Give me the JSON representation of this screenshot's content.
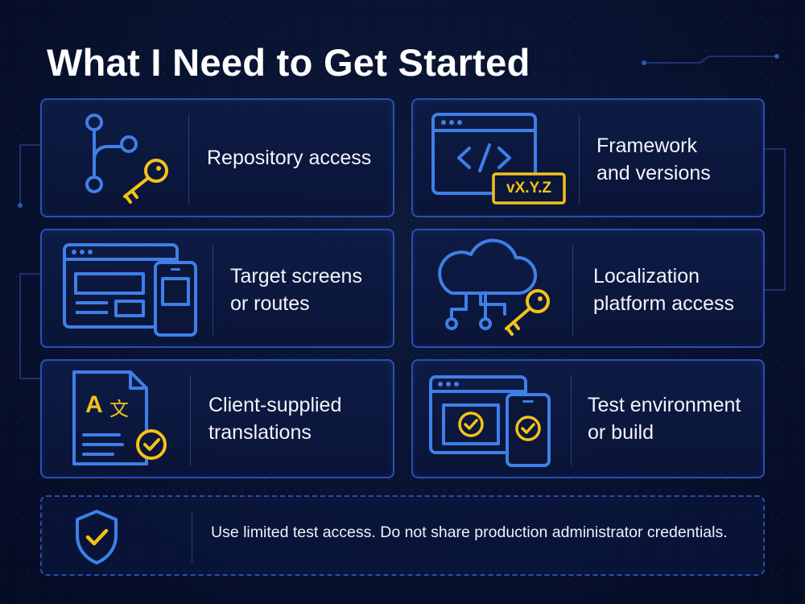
{
  "title": "What I Need to Get Started",
  "colors": {
    "accent_blue": "#3f7fe8",
    "accent_gold": "#f2c21b",
    "border": "#2a4fb0"
  },
  "cards": [
    {
      "label": "Repository access",
      "icon": "branch-key-icon"
    },
    {
      "label": "Framework\nand versions",
      "icon": "code-window-icon",
      "version_badge": "vX.Y.Z"
    },
    {
      "label": "Target screens\nor routes",
      "icon": "screens-icon"
    },
    {
      "label": "Localization\nplatform access",
      "icon": "cloud-key-icon"
    },
    {
      "label": "Client-supplied\ntranslations",
      "icon": "translation-document-icon",
      "glyph_a": "A",
      "glyph_zh": "文"
    },
    {
      "label": "Test environment\nor build",
      "icon": "test-devices-icon"
    }
  ],
  "notice": {
    "text": "Use limited test access. Do not share production administrator credentials.",
    "icon": "shield-check-icon"
  }
}
